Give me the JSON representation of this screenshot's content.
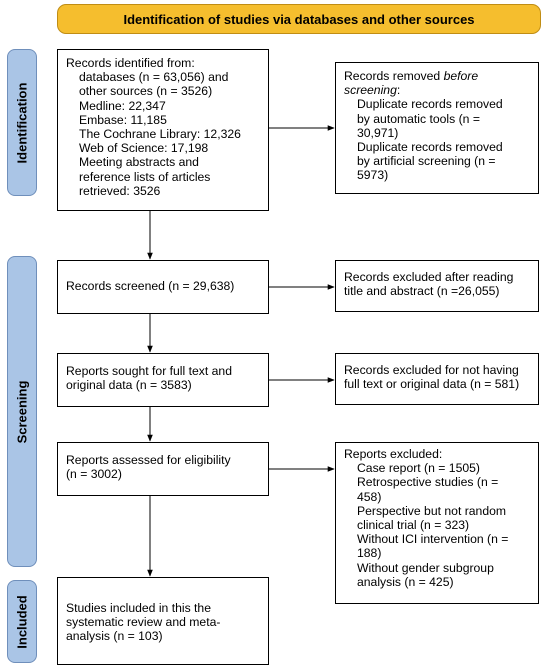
{
  "header": {
    "title": "Identification of studies via databases and other sources"
  },
  "stages": {
    "identification": "Identification",
    "screening": "Screening",
    "included": "Included"
  },
  "boxes": {
    "identified": {
      "lines": [
        "Records identified from:",
        "databases (n = 63,056) and",
        "other sources (n = 3526)",
        "Medline: 22,347",
        "Embase: 11,185",
        "The Cochrane Library: 12,326",
        "Web of Science: 17,198",
        "Meeting abstracts and",
        "reference lists of articles",
        "retrieved: 3526"
      ]
    },
    "removed": {
      "line1_pre": "Records removed ",
      "line1_em": "before",
      "line2_em": "screening",
      "line2_post": ":",
      "lines": [
        "Duplicate records removed",
        "by automatic tools (n =",
        "30,971)",
        "Duplicate records removed",
        "by artificial screening (n =",
        "5973)"
      ]
    },
    "screened": {
      "lines": [
        "Records screened (n = 29,638)"
      ]
    },
    "excluded_title": {
      "lines": [
        "Records excluded after reading",
        "title and abstract (n =26,055)"
      ]
    },
    "sought": {
      "lines": [
        "Reports sought for full text and",
        "original data (n = 3583)"
      ]
    },
    "excluded_fulltext": {
      "lines": [
        "Records excluded for not having",
        "full text or original data (n = 581)"
      ]
    },
    "assessed": {
      "lines": [
        "Reports assessed for eligibility",
        "(n = 3002)"
      ]
    },
    "reports_excluded": {
      "heading": "Reports excluded:",
      "lines": [
        "Case report (n = 1505)",
        "Retrospective studies (n =",
        "458)",
        "Perspective but not random",
        "clinical trial (n = 323)",
        "Without ICI intervention (n =",
        "188)",
        "Without gender subgroup",
        "analysis (n = 425)"
      ]
    },
    "included": {
      "lines": [
        "Studies included in this the",
        "systematic review and meta-",
        "analysis (n = 103)"
      ]
    }
  },
  "colors": {
    "header_fill": "#f5be2e",
    "stage_fill": "#aac5e6",
    "border": "#000000"
  }
}
